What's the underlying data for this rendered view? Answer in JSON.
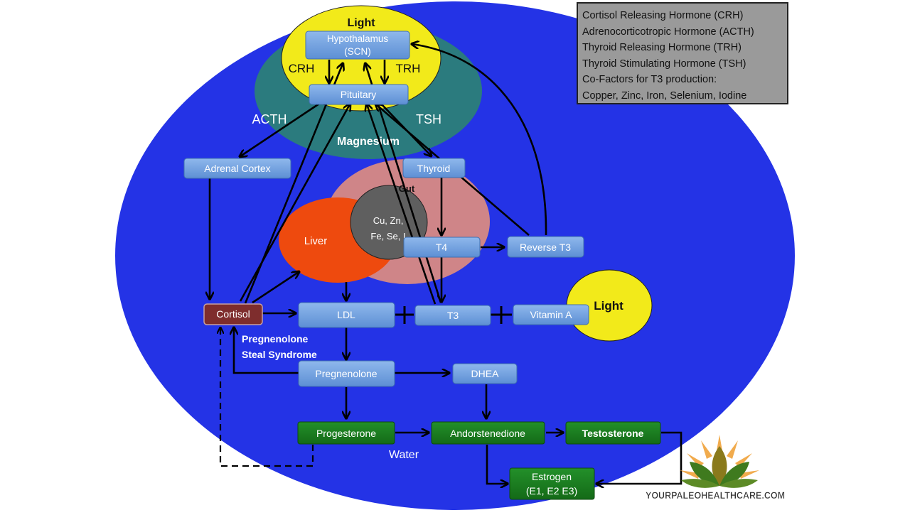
{
  "legend": [
    "Cortisol Releasing Hormone (CRH)",
    "Adrenocorticotropic Hormone (ACTH)",
    "Thyroid Releasing Hormone (TRH)",
    "Thyroid Stimulating Hormone (TSH)",
    "Co-Factors for T3 production:",
    "Copper, Zinc, Iron, Selenium, Iodine"
  ],
  "regions": {
    "light_top": "Light",
    "magnesium": "Magnesium",
    "gut": "Gut",
    "liver": "Liver",
    "cofactors_line1": "Cu, Zn,",
    "cofactors_line2": "Fe, Se, I",
    "light_right": "Light"
  },
  "labels": {
    "crh": "CRH",
    "trh": "TRH",
    "acth": "ACTH",
    "tsh": "TSH",
    "steal_line1": "Pregnenolone",
    "steal_line2": "Steal Syndrome",
    "water": "Water"
  },
  "nodes": {
    "hypothalamus_line1": "Hypothalamus",
    "hypothalamus_line2": "(SCN)",
    "pituitary": "Pituitary",
    "adrenal_cortex": "Adrenal Cortex",
    "thyroid": "Thyroid",
    "t4": "T4",
    "reverse_t3": "Reverse T3",
    "cortisol": "Cortisol",
    "ldl": "LDL",
    "t3": "T3",
    "vitamin_a": "Vitamin A",
    "pregnenolone": "Pregnenolone",
    "dhea": "DHEA",
    "progesterone": "Progesterone",
    "andorstenedione": "Andorstenedione",
    "testosterone": "Testosterone",
    "estrogen_line1": "Estrogen",
    "estrogen_line2": "(E1, E2 E3)"
  },
  "brand": {
    "text": "YOURPALEOHEALTHCARE.COM"
  },
  "colors": {
    "background_oval": "#2433e6",
    "light_yellow": "#f2ea1a",
    "magnesium_teal": "#2b7b7e",
    "gut_pink": "#cf8588",
    "liver_orange": "#ee4a0e",
    "cofactor_gray": "#5f5f5f",
    "node_blue": "#6f9fdc",
    "cortisol_red": "#7e2d2d",
    "hormone_green": "#1a7a1d",
    "legend_gray": "#9a9a9a"
  }
}
